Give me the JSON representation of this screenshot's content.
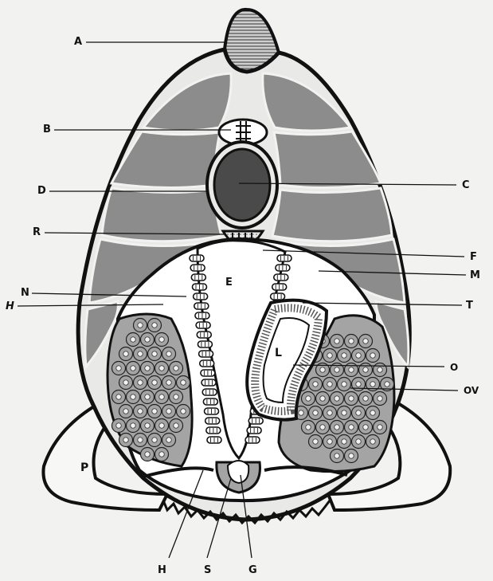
{
  "diagram": {
    "labels": {
      "A": "A",
      "B": "B",
      "C": "C",
      "D": "D",
      "R": "R",
      "F": "F",
      "N": "N",
      "E": "E",
      "M": "M",
      "H_left": "H",
      "T": "T",
      "L": "L",
      "O": "O",
      "OV": "OV",
      "P": "P",
      "H_bottom": "H",
      "S": "S",
      "G": "G"
    },
    "colors": {
      "background": "#f2f2f0",
      "outline": "#111111",
      "muscle": "#8c8c8c",
      "notochord": "#4a4a4a",
      "cells": "#a4a4a4",
      "cell_nucleus": "#f2f2f0",
      "cavity": "#ffffff"
    }
  }
}
